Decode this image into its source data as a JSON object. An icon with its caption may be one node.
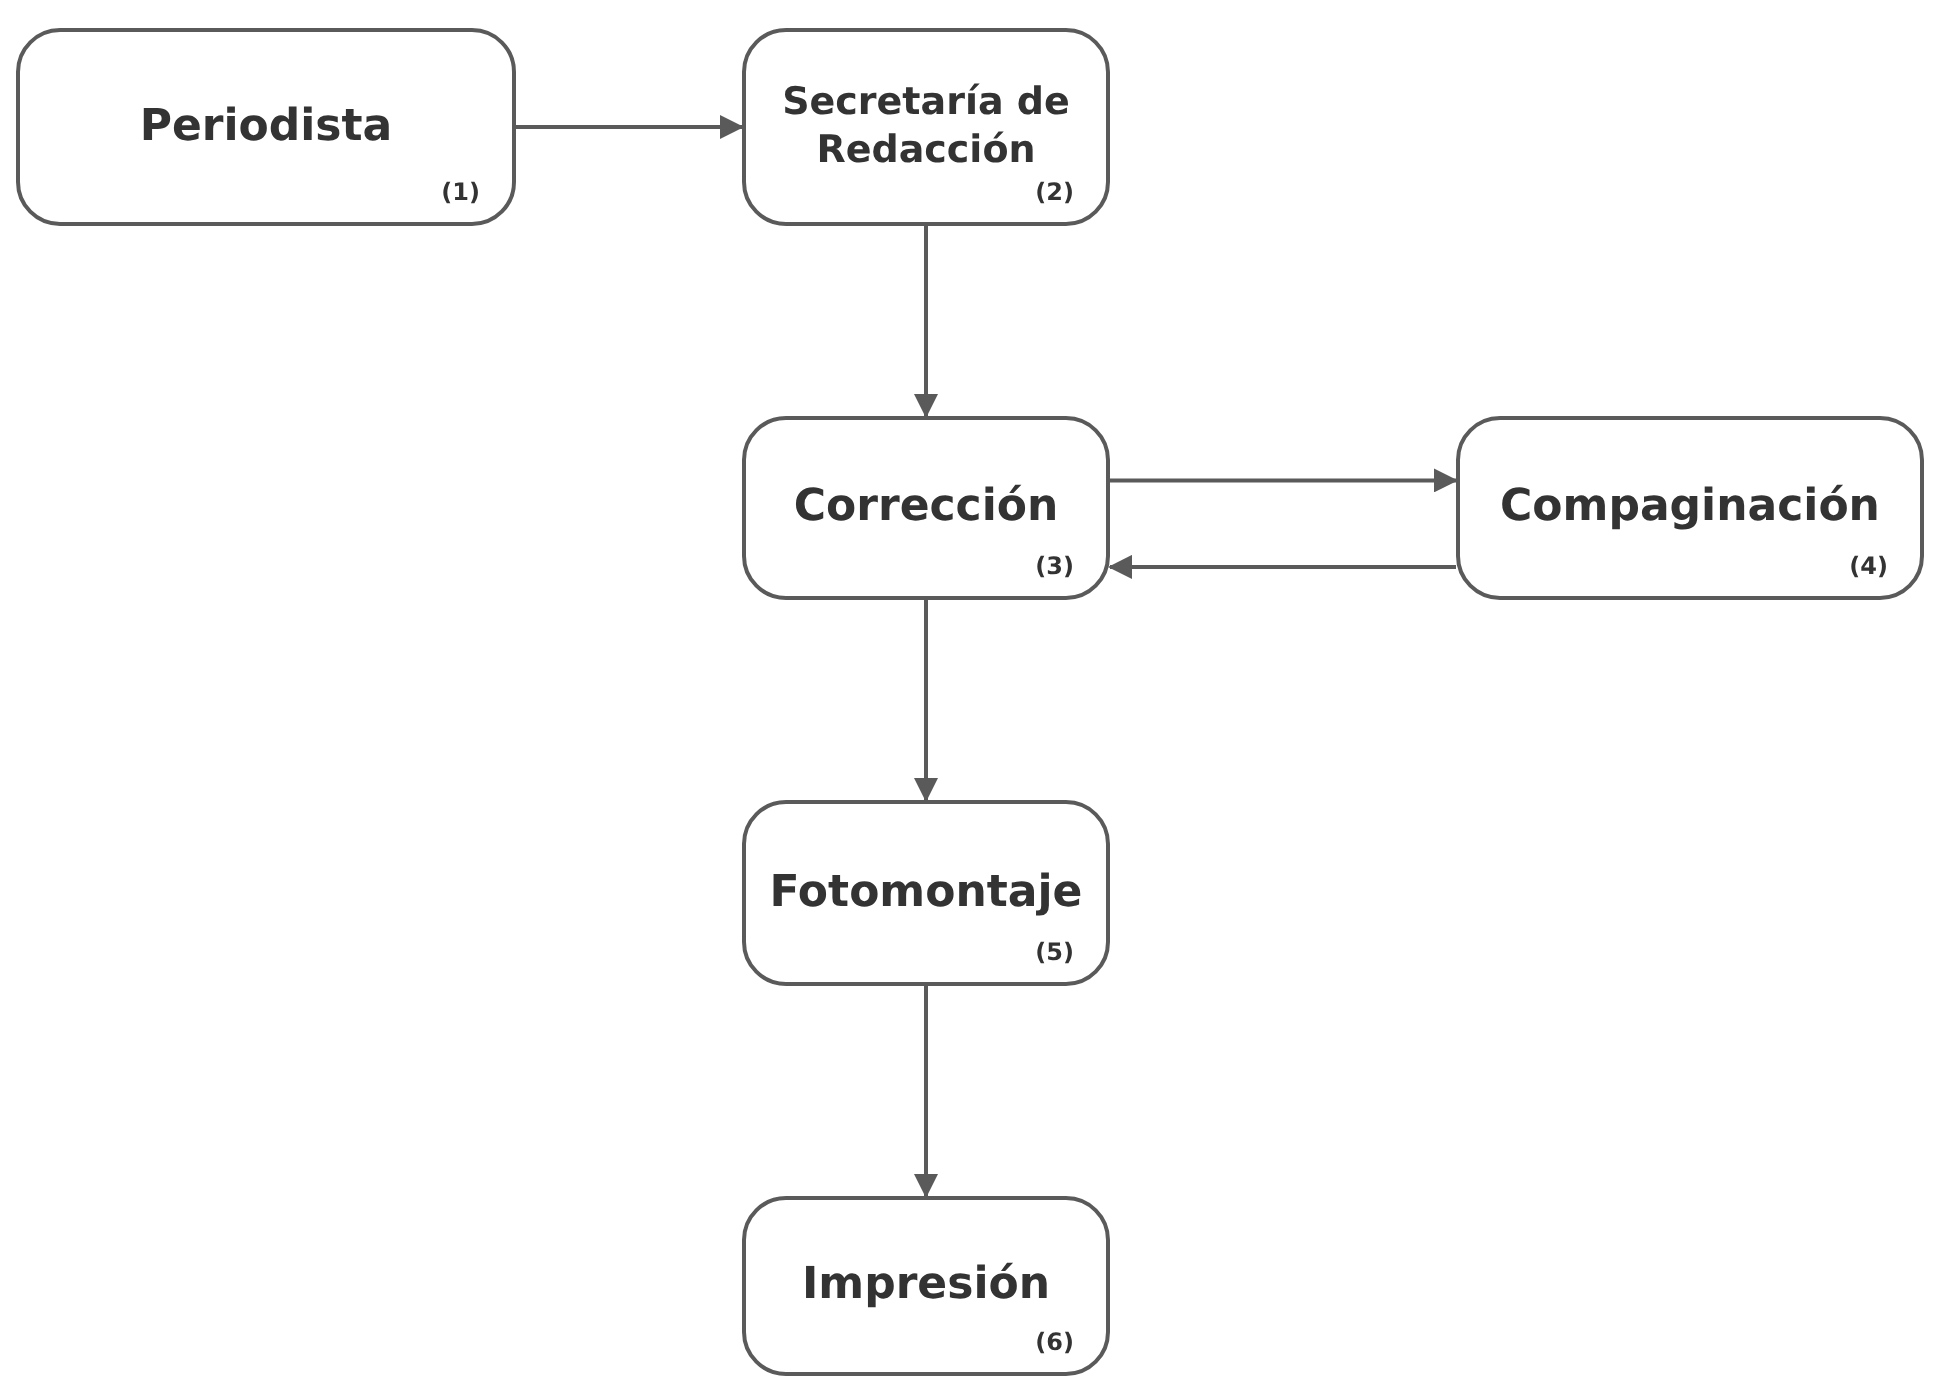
{
  "diagram": {
    "nodes": [
      {
        "text": [
          "Periodista",
          "(1)"
        ]
      },
      {
        "text": [
          "Secretaría de Redacción",
          "(2)"
        ]
      },
      {
        "text": [
          "Corrección",
          "(3)"
        ]
      },
      {
        "text": [
          "Compaginación",
          "(4)"
        ]
      },
      {
        "text": [
          "Fotomontaje",
          "(5)"
        ]
      },
      {
        "text": [
          "Impresión",
          "(6)"
        ]
      }
    ],
    "edges": [
      {
        "from": 0,
        "to": 1,
        "arrow": "to"
      },
      {
        "from": 1,
        "to": 2,
        "arrow": "to"
      },
      {
        "from": 2,
        "to": 3,
        "arrow": "to"
      },
      {
        "from": 3,
        "to": 2,
        "arrow": "to"
      },
      {
        "from": 2,
        "to": 4,
        "arrow": "to"
      },
      {
        "from": 4,
        "to": 5,
        "arrow": "to"
      }
    ]
  }
}
